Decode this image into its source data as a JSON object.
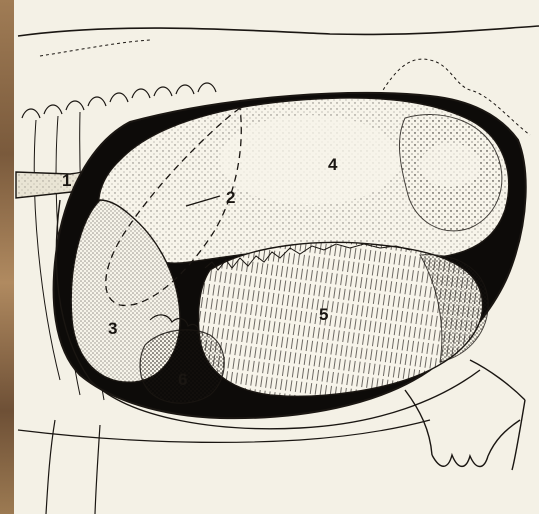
{
  "labels": {
    "1": "1",
    "2": "2",
    "3": "3",
    "4": "4",
    "5": "5",
    "6": "6"
  },
  "colors": {
    "paper": "#f4f1e6",
    "ink": "#1a1612",
    "cavity": "#0d0b09",
    "border": "#9a7a56"
  }
}
